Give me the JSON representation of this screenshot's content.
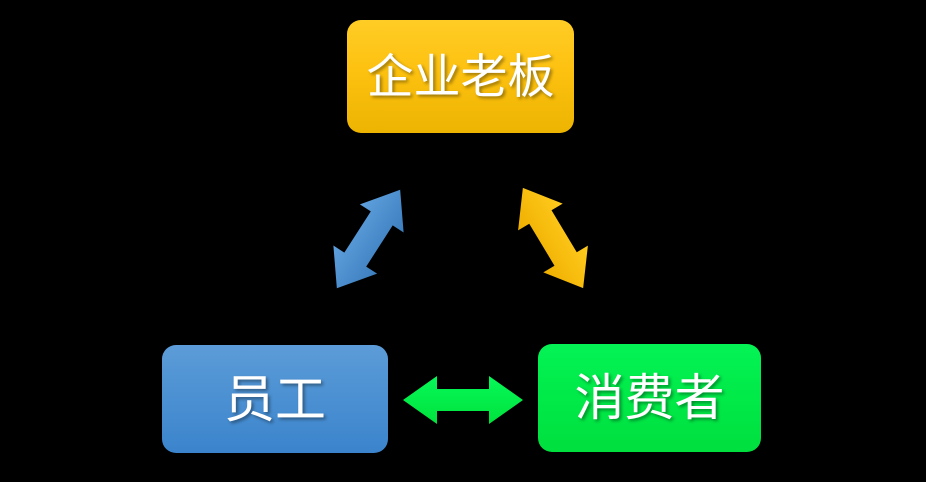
{
  "diagram": {
    "background_color": "#000000",
    "nodes": [
      {
        "id": "boss",
        "label": "企业老板",
        "shape": "rounded-rectangle",
        "fill_top": "#FFCD26",
        "fill_bottom": "#EDB401",
        "text_color": "#FFFFFF"
      },
      {
        "id": "employee",
        "label": "员工",
        "shape": "rounded-rectangle",
        "fill_top": "#5C9CD8",
        "fill_bottom": "#3B84CC",
        "text_color": "#FFFFFF"
      },
      {
        "id": "consumer",
        "label": "消费者",
        "shape": "rounded-rectangle",
        "fill_top": "#04F355",
        "fill_bottom": "#00DF3E",
        "text_color": "#FFFFFF"
      }
    ],
    "connectors": [
      {
        "id": "boss-employee",
        "type": "double-headed-arrow",
        "between": [
          "企业老板",
          "员工"
        ],
        "color_light": "#5FA0DE",
        "color_dark": "#3C7EBE"
      },
      {
        "id": "boss-consumer",
        "type": "double-headed-arrow",
        "between": [
          "企业老板",
          "消费者"
        ],
        "color_light": "#FFCB1E",
        "color_dark": "#EFAF00"
      },
      {
        "id": "employee-consumer",
        "type": "double-headed-arrow",
        "between": [
          "员工",
          "消费者"
        ],
        "color_light": "#06F959",
        "color_dark": "#00E23C"
      }
    ]
  }
}
